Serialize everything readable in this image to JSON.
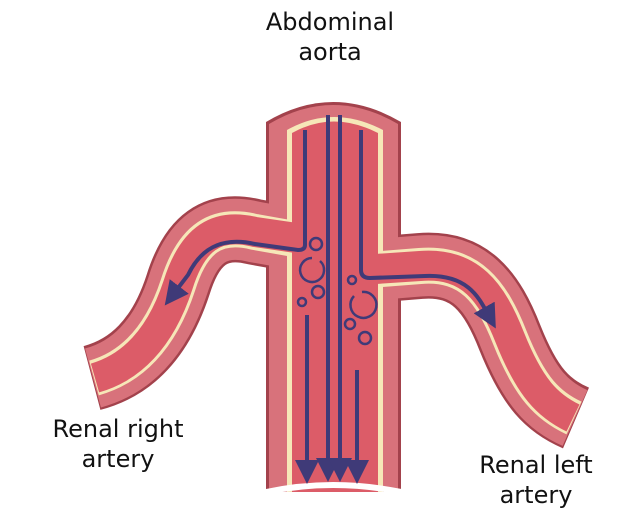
{
  "labels": {
    "aorta": [
      "Abdominal",
      "aorta"
    ],
    "right": [
      "Renal right",
      "artery"
    ],
    "left": [
      "Renal left",
      "artery"
    ]
  },
  "colors": {
    "edge": "#a3424c",
    "wall": "#d8727b",
    "intima": "#f6e7b8",
    "lumen": "#dc5c68",
    "flow": "#3f3a78"
  }
}
